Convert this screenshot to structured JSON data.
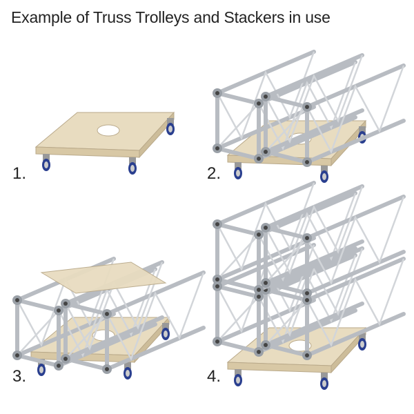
{
  "title": "Example of Truss Trolleys and Stackers in use",
  "panels": [
    {
      "label": "1.",
      "content": "trolley"
    },
    {
      "label": "2.",
      "content": "trolley-with-truss"
    },
    {
      "label": "3.",
      "content": "trolley-with-truss-and-stacker"
    },
    {
      "label": "4.",
      "content": "stacked-truss"
    }
  ],
  "colors": {
    "wood": "#e8dcc0",
    "aluminium": "#c9ccd0",
    "wheel": "#2a3f8f"
  }
}
